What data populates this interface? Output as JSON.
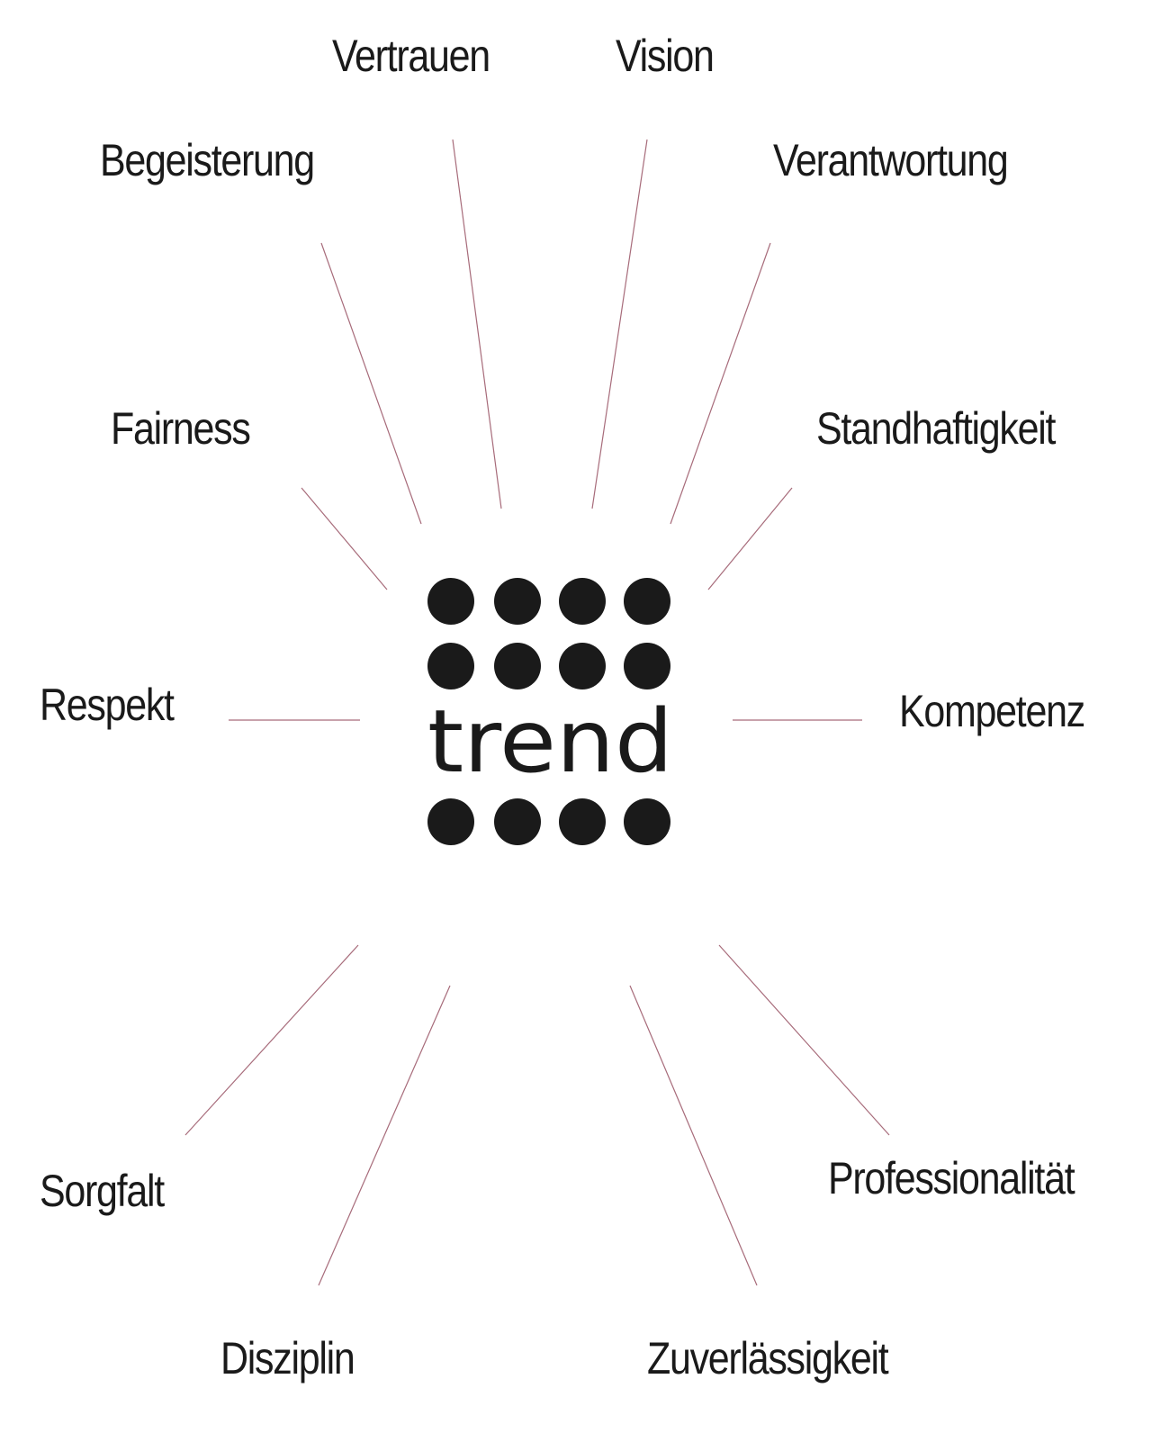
{
  "diagram": {
    "center": {
      "logo_text": "trend",
      "logo_dot_color": "#1a1a1a"
    },
    "ray_color": "#8a3a4e",
    "values": [
      {
        "id": "vertrauen",
        "label": "Vertrauen"
      },
      {
        "id": "vision",
        "label": "Vision"
      },
      {
        "id": "begeisterung",
        "label": "Begeisterung"
      },
      {
        "id": "verantwortung",
        "label": "Verantwortung"
      },
      {
        "id": "fairness",
        "label": "Fairness"
      },
      {
        "id": "standhaftigkeit",
        "label": "Standhaftigkeit"
      },
      {
        "id": "respekt",
        "label": "Respekt"
      },
      {
        "id": "kompetenz",
        "label": "Kompetenz"
      },
      {
        "id": "sorgfalt",
        "label": "Sorgfalt"
      },
      {
        "id": "professionalitaet",
        "label": "Professionalität"
      },
      {
        "id": "disziplin",
        "label": "Disziplin"
      },
      {
        "id": "zuverlaessigkeit",
        "label": "Zuverlässigkeit"
      }
    ]
  }
}
